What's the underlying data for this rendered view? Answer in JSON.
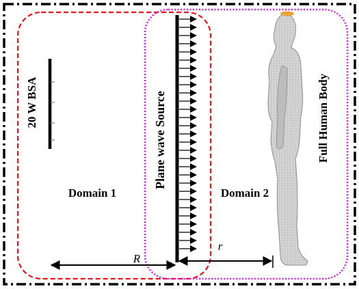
{
  "labels": {
    "bsa": "20 W BSA",
    "domain1": "Domain 1",
    "source": "Plane wave Source",
    "domain2": "Domain 2",
    "body": "Full Human Body",
    "big_r": "R",
    "small_r": "r"
  },
  "colors": {
    "outer_border": "#000000",
    "domain1_border": "#e8141b",
    "domain2_border": "#d21ee0",
    "body_fill": "#cfcfcf",
    "body_edge": "#8a8a8a",
    "head_highlight": "#e7a23a"
  },
  "icons": {
    "antenna": "bsa-antenna-icon",
    "wave_arrows": "arrow-right-icon",
    "human": "human-body-icon"
  }
}
